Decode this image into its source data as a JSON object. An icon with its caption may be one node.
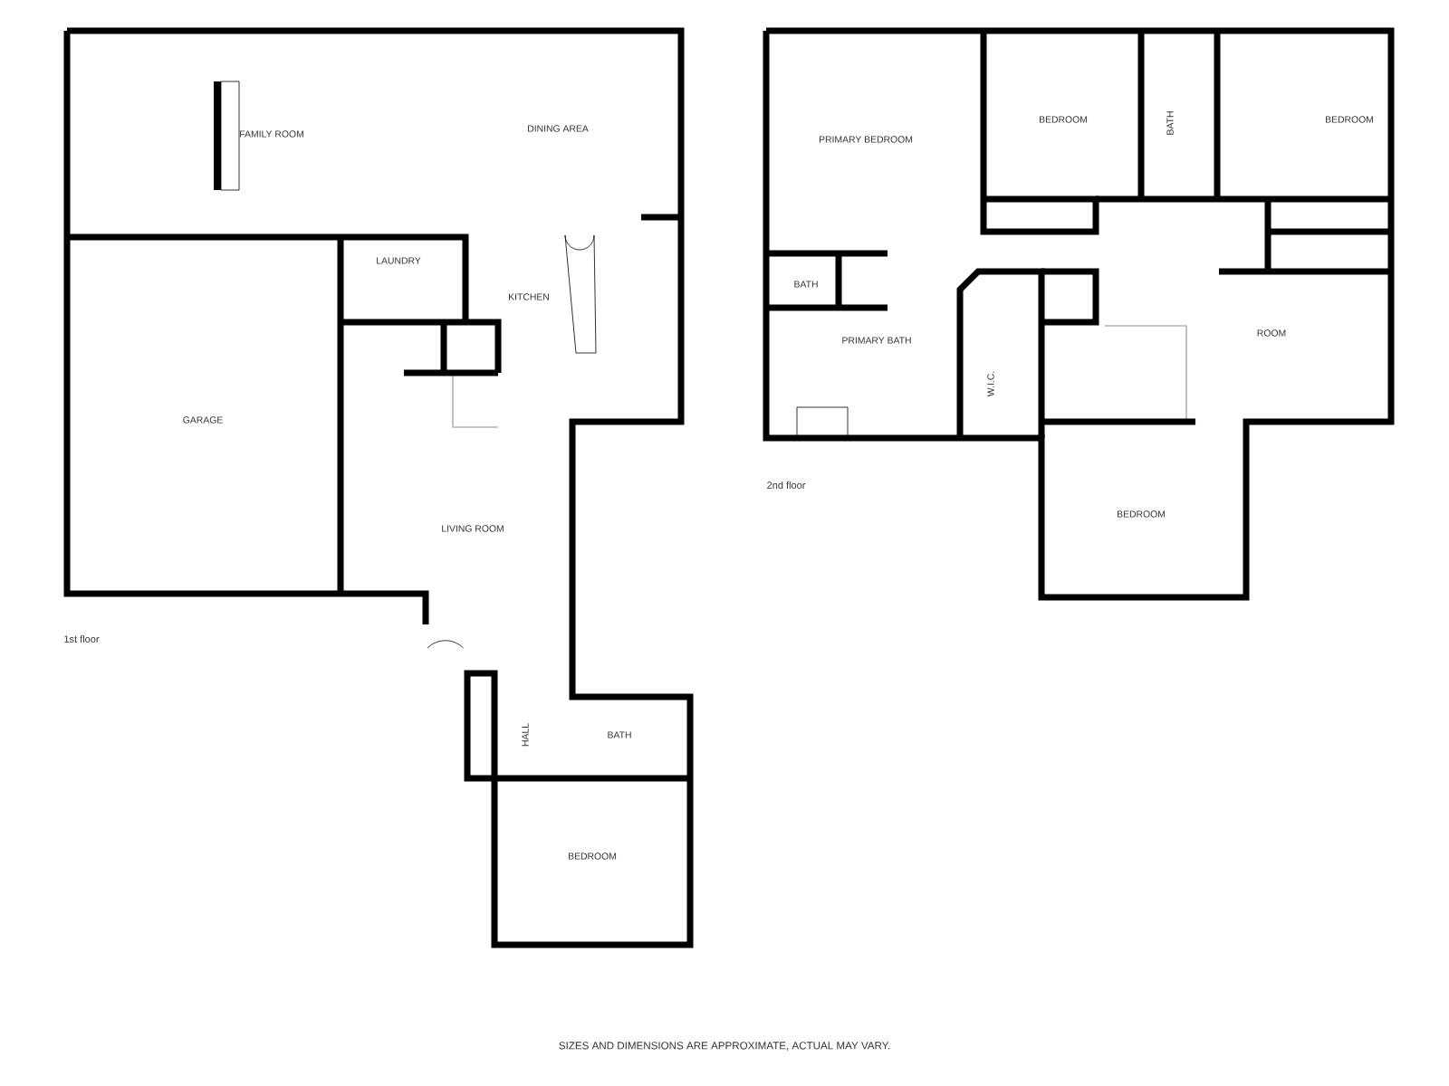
{
  "diagram": {
    "labels": [
      "FAMILY ROOM",
      "DINING AREA",
      "PRIMARY BEDROOM",
      "BEDROOM",
      "BATH",
      "BEDROOM",
      "LAUNDRY",
      "KITCHEN",
      "BATH",
      "PRIMARY BATH",
      "ROOM",
      "W.I.C.",
      "GARAGE",
      "2nd floor",
      "BEDROOM",
      "LIVING ROOM",
      "1st floor",
      "HALL",
      "BATH",
      "BEDROOM",
      "SIZES AND DIMENSIONS ARE APPROXIMATE, ACTUAL MAY VARY."
    ]
  }
}
